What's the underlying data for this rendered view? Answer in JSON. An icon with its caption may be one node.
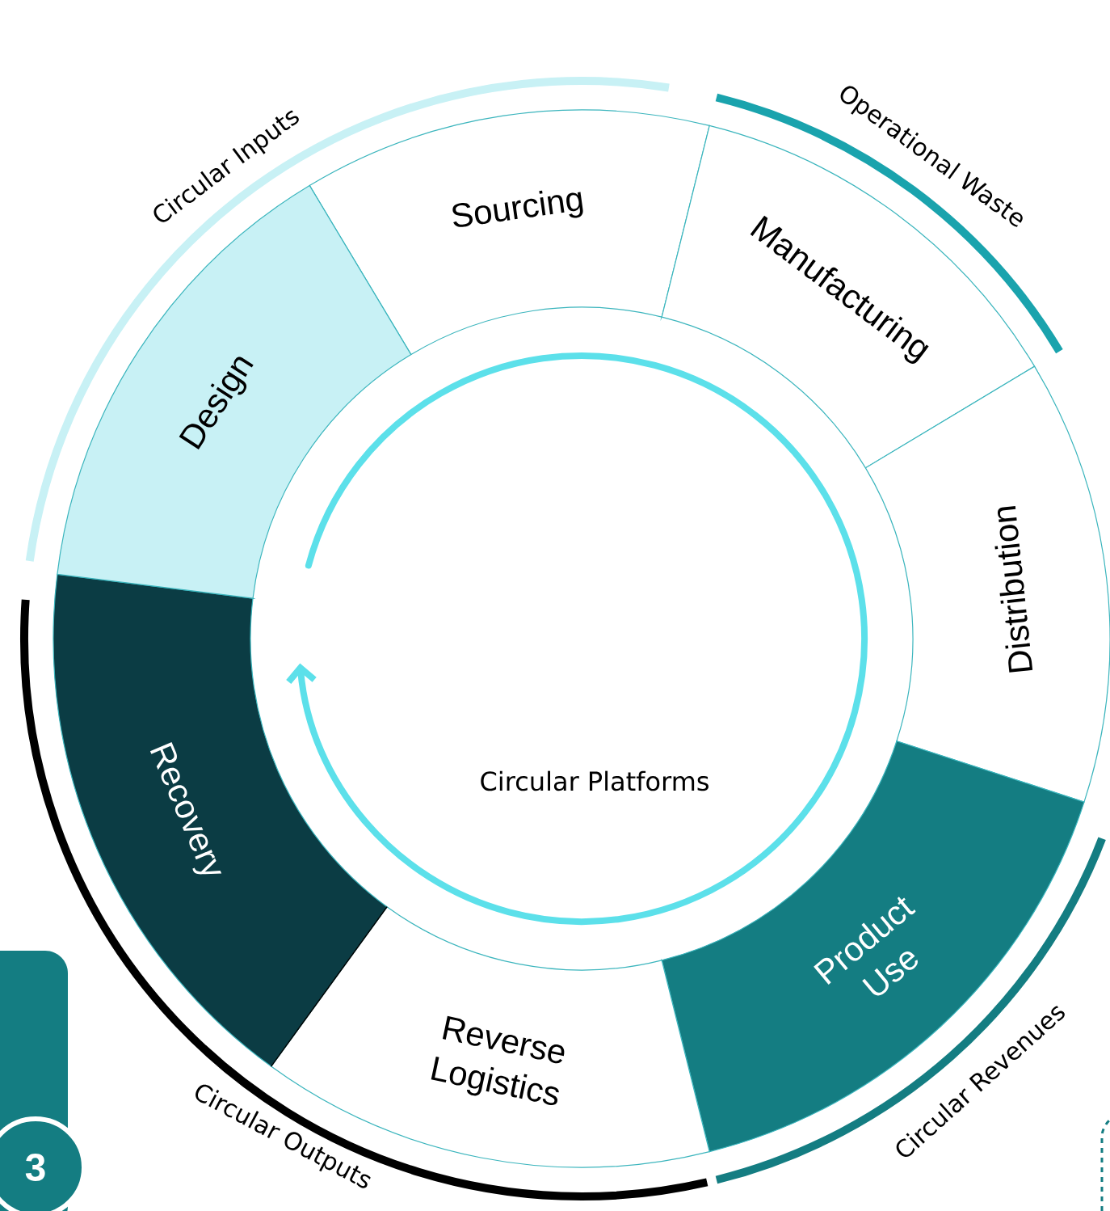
{
  "diagram": {
    "nodes": [
      {
        "text": [
          "Sourcing"
        ]
      },
      {
        "text": [
          "Manufacturing"
        ]
      },
      {
        "text": [
          "Distribution"
        ]
      },
      {
        "text": [
          "Product Use"
        ]
      },
      {
        "text": [
          "Reverse Logistics"
        ]
      },
      {
        "text": [
          "Recovery"
        ]
      },
      {
        "text": [
          "Design"
        ]
      }
    ],
    "labels": [
      "Circular Inputs",
      "Operational Waste",
      "Circular Platforms",
      "Circular Revenues",
      "Circular Outputs",
      "3"
    ]
  }
}
